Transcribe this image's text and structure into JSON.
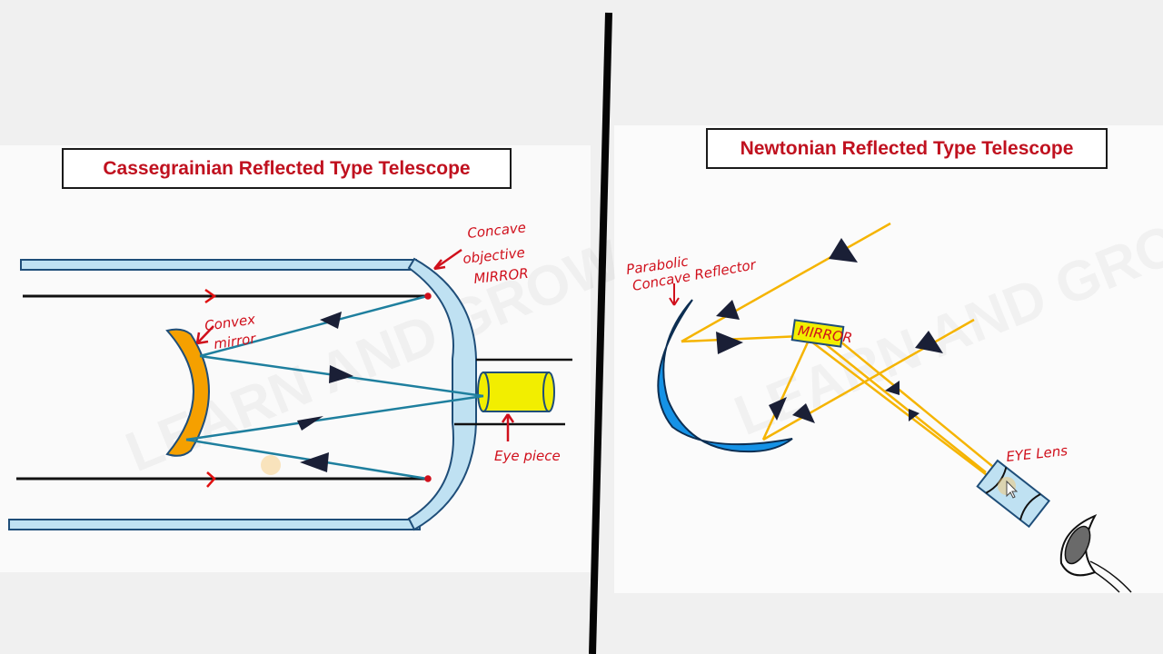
{
  "left_diagram": {
    "title": "Cassegrainian Reflected Type Telescope",
    "labels": {
      "objective_mirror": [
        "Concave",
        "objective",
        "MIRROR"
      ],
      "convex_mirror": [
        "Convex",
        "mirror"
      ],
      "eyepiece": "Eye piece"
    }
  },
  "right_diagram": {
    "title": "Newtonian Reflected Type Telescope",
    "labels": {
      "reflector": [
        "Parabolic",
        "Concave Reflector"
      ],
      "mirror": "MIRROR",
      "eye_lens": "EYE Lens"
    }
  },
  "watermark": "LEARN AND GROW",
  "colors": {
    "title_text": "#c0111f",
    "annotation": "#d0101c",
    "tube_fill": "#bfe1f2",
    "outline": "#1f4e79",
    "light_ray": "#f5b400",
    "convex_mirror": "#f5a000",
    "eyepiece": "#f2ee00",
    "reflector": "#1592e6",
    "cassegrain_ray": "#1e7f9e"
  }
}
